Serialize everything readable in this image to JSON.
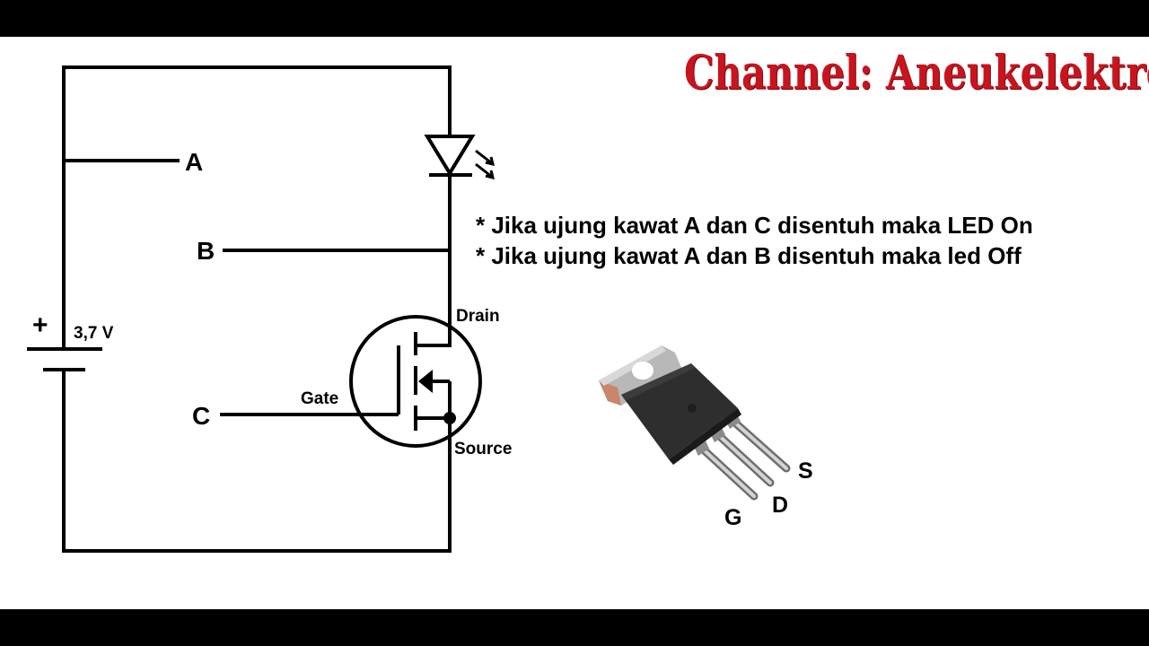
{
  "channel": {
    "text": "Channel: Aneukelektro",
    "color": "#c8141e"
  },
  "notes": [
    "* Jika ujung kawat A dan C disentuh maka LED On",
    "* Jika ujung kawat A dan B disentuh maka led Off"
  ],
  "circuit": {
    "wire_a_label": "A",
    "wire_b_label": "B",
    "wire_c_label": "C",
    "battery_plus": "+",
    "battery_voltage": "3,7 V",
    "drain_label": "Drain",
    "gate_label": "Gate",
    "source_label": "Source"
  },
  "package": {
    "pin_labels": [
      "G",
      "D",
      "S"
    ]
  }
}
